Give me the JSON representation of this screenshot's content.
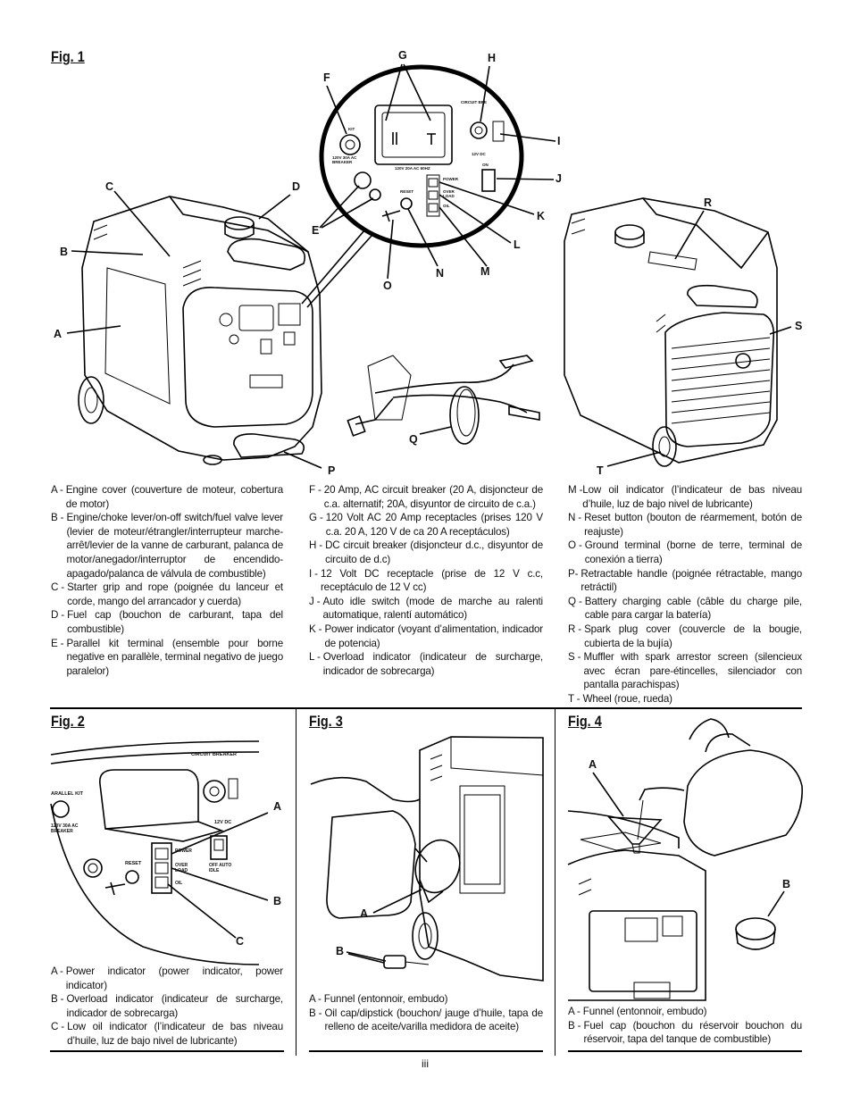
{
  "fig1": {
    "title": "Fig. 1",
    "callouts": [
      "A",
      "B",
      "C",
      "D",
      "E",
      "F",
      "G",
      "H",
      "I",
      "J",
      "K",
      "L",
      "M",
      "N",
      "O",
      "P",
      "Q",
      "R",
      "S",
      "T"
    ],
    "panel_labels": {
      "parallel_kit": "KIT",
      "breaker_f": "120V 30A AC BREAKER",
      "circuit_breaker": "CIRCUIT BRE",
      "receptacle": "120V 20A AC 60HZ",
      "dc": "12V DC",
      "on": "ON",
      "reset": "RESET",
      "power": "POWER",
      "overload": "OVER LOAD",
      "oil": "OIL"
    },
    "legend_col1": [
      {
        "k": "A - ",
        "t": "Engine cover (couverture de moteur, cobertura de motor)"
      },
      {
        "k": "B - ",
        "t": "Engine/choke lever/on-off switch/fuel valve lever (levier de moteur/étrangler/interrupteur marche-arrêt/levier de la vanne de carburant, palanca de motor/anegador/interruptor de encendido-apagado/palanca de válvula de combustible)"
      },
      {
        "k": "C - ",
        "t": "Starter grip and rope (poignée du lanceur et corde, mango del arrancador y cuerda)"
      },
      {
        "k": "D - ",
        "t": "Fuel cap (bouchon de carburant, tapa del combustible)"
      },
      {
        "k": "E - ",
        "t": "Parallel kit terminal (ensemble pour borne negative en parallèle, terminal negativo de juego paralelor)"
      }
    ],
    "legend_col2": [
      {
        "k": "F - ",
        "t": "20 Amp, AC circuit breaker (20 A, disjoncteur de c.a. alternatif; 20A, disyuntor de circuito de c.a.)"
      },
      {
        "k": "G - ",
        "t": "120 Volt AC 20 Amp receptacles (prises 120 V c.a. 20 A, 120 V de ca 20 A receptáculos)"
      },
      {
        "k": "H - ",
        "t": "DC circuit breaker (disjoncteur d.c., disyuntor de circuito de d.c)"
      },
      {
        "k": "I - ",
        "t": "12 Volt DC receptacle (prise de 12 V c.c, receptáculo de 12 V cc)"
      },
      {
        "k": "J - ",
        "t": "Auto idle switch (mode de marche au ralenti automatique, ralentí automático)"
      },
      {
        "k": "K - ",
        "t": "Power indicator (voyant d’alimentation, indicador de potencia)"
      },
      {
        "k": "L - ",
        "t": "Overload indicator (indicateur de surcharge, indicador de sobrecarga)"
      }
    ],
    "legend_col3": [
      {
        "k": "M -",
        "t": "Low oil indicator (l’indicateur de bas niveau d’huile, luz de bajo nivel de lubricante)"
      },
      {
        "k": "N - ",
        "t": "Reset button (bouton de réarmement, botón de reajuste)"
      },
      {
        "k": "O - ",
        "t": "Ground terminal (borne de terre, terminal de conexión a tierra)"
      },
      {
        "k": "P- ",
        "t": "Retractable handle (poignée rétractable, mango retráctil)"
      },
      {
        "k": "Q - ",
        "t": "Battery charging cable (câble du charge pile, cable para cargar la batería)"
      },
      {
        "k": "R - ",
        "t": "Spark plug cover (couvercle de la bougie, cubierta de la bujía)"
      },
      {
        "k": "S - ",
        "t": "Muffler with spark arrestor screen (silencieux avec écran pare-étincelles, silenciador con pantalla parachispas)"
      },
      {
        "k": "T - ",
        "t": "Wheel (roue, rueda)"
      }
    ]
  },
  "fig2": {
    "title": "Fig. 2",
    "callouts": [
      "A",
      "B",
      "C"
    ],
    "panel_labels": {
      "circuit_breaker": "CIRCUIT BREAKER",
      "parallel_kit": "ARALLEL KIT",
      "breaker": "120V 30A AC BREAKER",
      "dc": "12V DC",
      "reset": "RESET",
      "power": "POWER",
      "overload": "OVER LOAD",
      "oil": "OIL",
      "auto_idle": "OFF AUTO IDLE"
    },
    "legend": [
      {
        "k": "A - ",
        "t": "Power indicator (power indicator, power indicator)"
      },
      {
        "k": "B - ",
        "t": "Overload indicator (indicateur de surcharge, indicador de sobrecarga)"
      },
      {
        "k": "C - ",
        "t": "Low oil indicator (l’indicateur de bas niveau d’huile, luz de bajo nivel de lubricante)"
      }
    ]
  },
  "fig3": {
    "title": "Fig. 3",
    "callouts": [
      "A",
      "B"
    ],
    "legend": [
      {
        "k": "A - ",
        "t": "Funnel (entonnoir, embudo)"
      },
      {
        "k": "B - ",
        "t": "Oil cap/dipstick (bouchon/ jauge d’huile, tapa de relleno de aceite/varilla medidora de aceite)"
      }
    ]
  },
  "fig4": {
    "title": "Fig. 4",
    "callouts": [
      "A",
      "B"
    ],
    "legend": [
      {
        "k": "A - ",
        "t": "Funnel (entonnoir, embudo)"
      },
      {
        "k": "B - ",
        "t": "Fuel cap (bouchon du réservoir bouchon du réservoir, tapa del tanque de combustible)"
      }
    ]
  },
  "page_number": "iii"
}
